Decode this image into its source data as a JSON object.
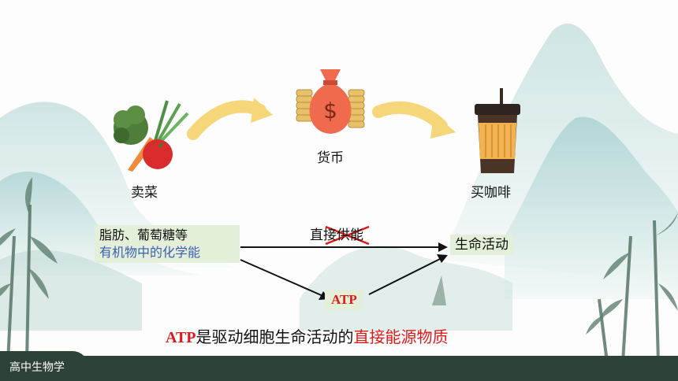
{
  "labels": {
    "sell_veg": "卖菜",
    "money": "货币",
    "buy_coffee": "买咖啡",
    "nutrients_line1": "脂肪、葡萄糖等",
    "nutrients_line2": "有机物中的化学能",
    "life_activity": "生命活动",
    "direct_supply": "直接供能",
    "atp": "ATP"
  },
  "conclusion": {
    "atp": "ATP",
    "middle": "是驱动细胞生命活动的",
    "highlight": "直接能源物质"
  },
  "footer": {
    "tab_label": "高中生物学"
  },
  "money_symbol": "$",
  "colors": {
    "accent_red": "#e01818",
    "accent_blue": "#3a5fb5",
    "box_green": "#e3efd8",
    "footer_dark": "#2f4237",
    "arrow_yellow": "#f5d77a"
  }
}
